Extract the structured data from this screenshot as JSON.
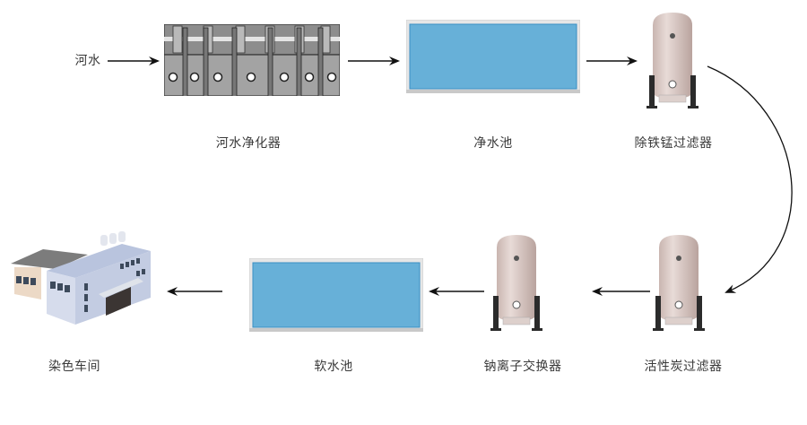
{
  "diagram": {
    "title": "",
    "input": {
      "label": "河水"
    },
    "nodes": [
      {
        "id": "river-purifier",
        "label": "河水净化器",
        "type": "purifier"
      },
      {
        "id": "clean-pool",
        "label": "净水池",
        "type": "pool"
      },
      {
        "id": "iron-manganese-filter",
        "label": "除铁锰过滤器",
        "type": "tank"
      },
      {
        "id": "activated-carbon-filter",
        "label": "活性炭过滤器",
        "type": "tank"
      },
      {
        "id": "sodium-ion-exchanger",
        "label": "钠离子交换器",
        "type": "tank"
      },
      {
        "id": "soft-water-pool",
        "label": "软水池",
        "type": "pool"
      },
      {
        "id": "dyeing-workshop",
        "label": "染色车间",
        "type": "building"
      }
    ],
    "edges": [
      {
        "from": "input",
        "to": "river-purifier"
      },
      {
        "from": "river-purifier",
        "to": "clean-pool"
      },
      {
        "from": "clean-pool",
        "to": "iron-manganese-filter"
      },
      {
        "from": "iron-manganese-filter",
        "to": "activated-carbon-filter"
      },
      {
        "from": "activated-carbon-filter",
        "to": "sodium-ion-exchanger"
      },
      {
        "from": "sodium-ion-exchanger",
        "to": "soft-water-pool"
      },
      {
        "from": "soft-water-pool",
        "to": "dyeing-workshop"
      }
    ],
    "colors": {
      "water": "#67b0d8",
      "water_border": "#3a8fc4",
      "tank": "#d8c8c3",
      "purifier": "#8a8a8a",
      "arrow": "#111111"
    }
  }
}
